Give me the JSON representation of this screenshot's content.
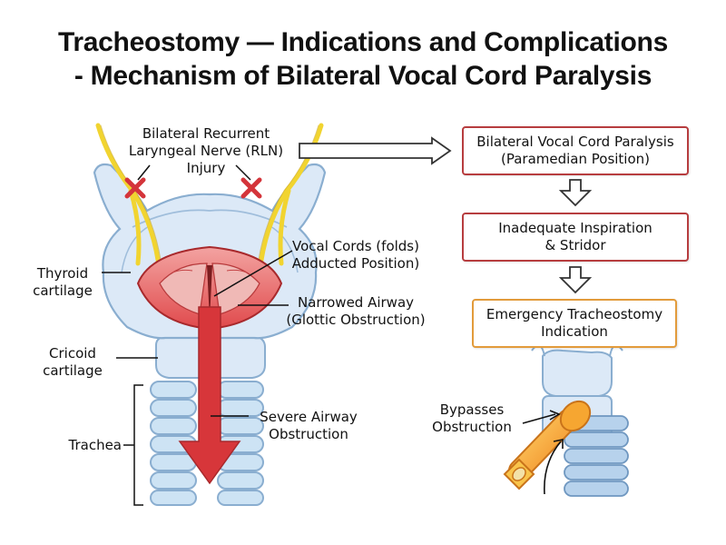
{
  "title": {
    "line1": "Tracheostomy — Indications and Complications",
    "line2": "- Mechanism of Bilateral Vocal Cord Paralysis"
  },
  "labels": {
    "rln": [
      "Bilateral Recurrent",
      "Laryngeal Nerve (RLN)",
      "Injury"
    ],
    "vocal_cords": [
      "Vocal Cords (folds)",
      "Adducted Position)"
    ],
    "thyroid": [
      "Thyroid",
      "cartilage"
    ],
    "narrowed": [
      "Narrowed Airway",
      "(Glottic Obstruction)"
    ],
    "cricoid": [
      "Cricoid",
      "cartilage"
    ],
    "trachea": "Trachea",
    "severe": [
      "Severe Airway",
      "Obstruction"
    ],
    "bypasses": [
      "Bypasses",
      "Obstruction"
    ]
  },
  "flow": {
    "box1": [
      "Bilateral Vocal Cord Paralysis",
      "(Paramedian Position)"
    ],
    "box2": [
      "Inadequate Inspiration",
      "& Stridor"
    ],
    "box3": [
      "Emergency Tracheostomy",
      "Indication"
    ]
  },
  "colors": {
    "accent_red": "#b73d3f",
    "accent_gold": "#e29b3b",
    "nerve": "#f1d430",
    "cartilage": "#dce9f7",
    "tube": "#f6a631"
  },
  "icons": [
    "nerve-injury-x-icon",
    "down-arrow-icon",
    "right-arrow-icon"
  ]
}
